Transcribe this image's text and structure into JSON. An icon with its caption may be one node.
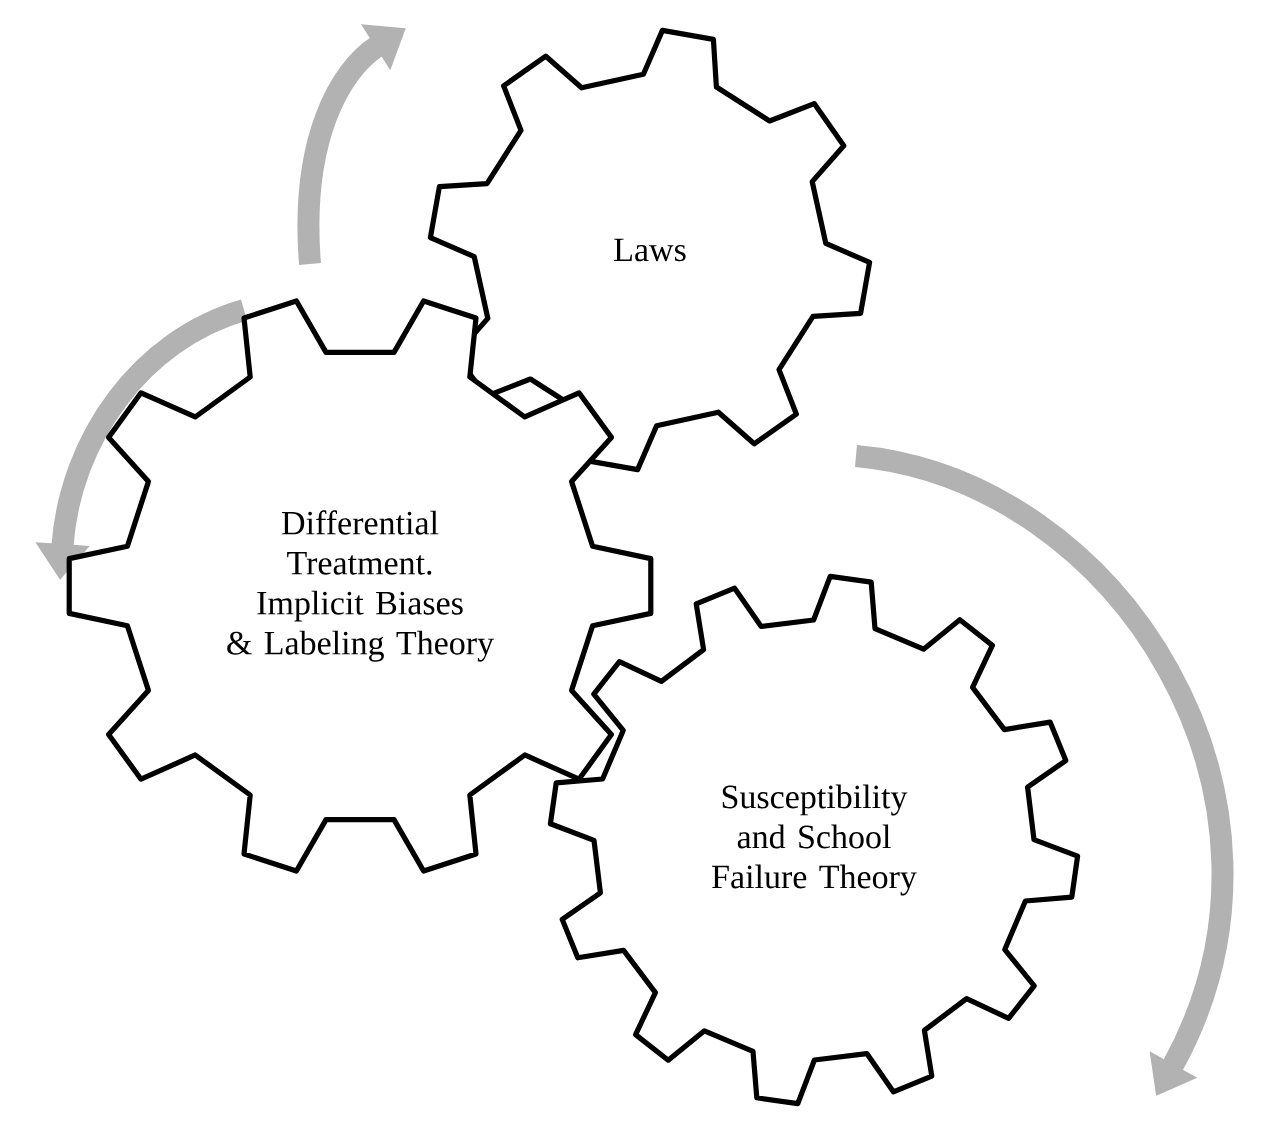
{
  "diagram": {
    "nodes": [
      {
        "text": [
          "Laws"
        ]
      },
      {
        "text": [
          "Differential Treatment. Implicit Biases & Labeling Theory"
        ]
      },
      {
        "text": [
          "Susceptibility and School Failure Theory"
        ]
      }
    ]
  }
}
